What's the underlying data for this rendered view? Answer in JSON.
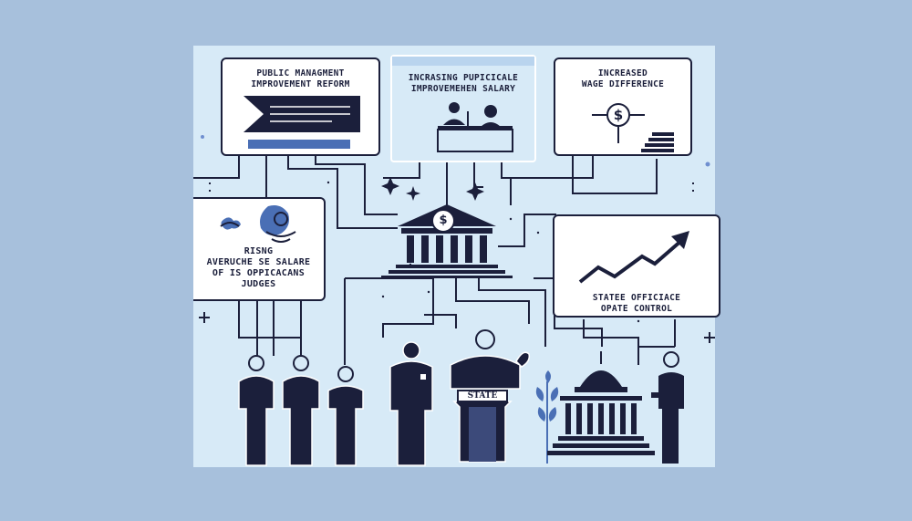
{
  "boxes": {
    "reform": {
      "line1": "PUBLIC MANAGMENT",
      "line2": "IMPROVEMENT REFORM"
    },
    "salary_increase": {
      "line1": "INCRASING PUPICICALE",
      "line2": "IMPROVEMEHEN SALARY"
    },
    "wage_difference": {
      "line1": "INCREASED",
      "line2": "WAGE DIFFERENCE",
      "symbol": "$"
    },
    "rising_salary": {
      "line1": "RISNG",
      "line2": "AVERUCHE SE SALARE",
      "line3": "OF IS OPPICACANS",
      "line4": "JUDGES"
    },
    "state_control": {
      "line1": "STATEE OFFICIACE",
      "line2": "OPATE CONTROL"
    }
  },
  "bank_symbol": "$",
  "podium_label": "STATE",
  "colors": {
    "background": "#a7c0dc",
    "panel": "#d7eaf7",
    "ink": "#1b1f3b",
    "accent_blue": "#4a6fb5"
  }
}
